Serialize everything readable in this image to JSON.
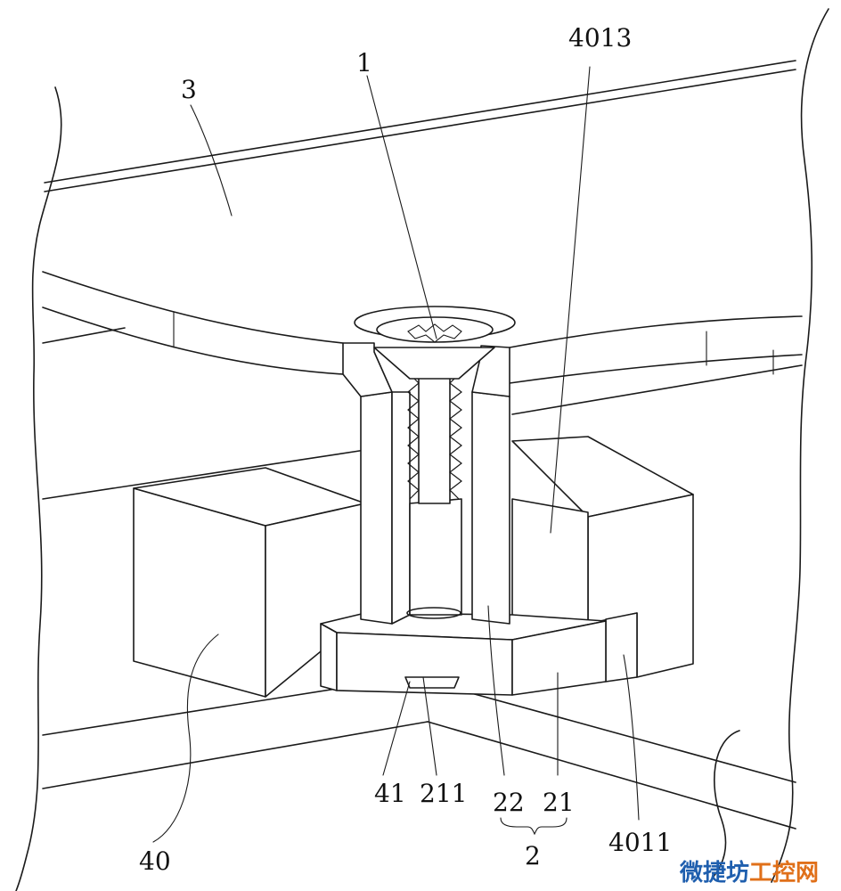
{
  "figure": {
    "labels": {
      "l3": "3",
      "l1": "1",
      "l4013": "4013",
      "l40": "40",
      "l41": "41",
      "l211": "211",
      "l22": "22",
      "l21": "21",
      "l2": "2",
      "l4011": "4011"
    },
    "watermark": "微捷坊工控网",
    "colors": {
      "line": "#1a1a1a",
      "background": "#ffffff",
      "watermark_blue": "#1f5fae",
      "watermark_orange": "#e0701a"
    }
  }
}
